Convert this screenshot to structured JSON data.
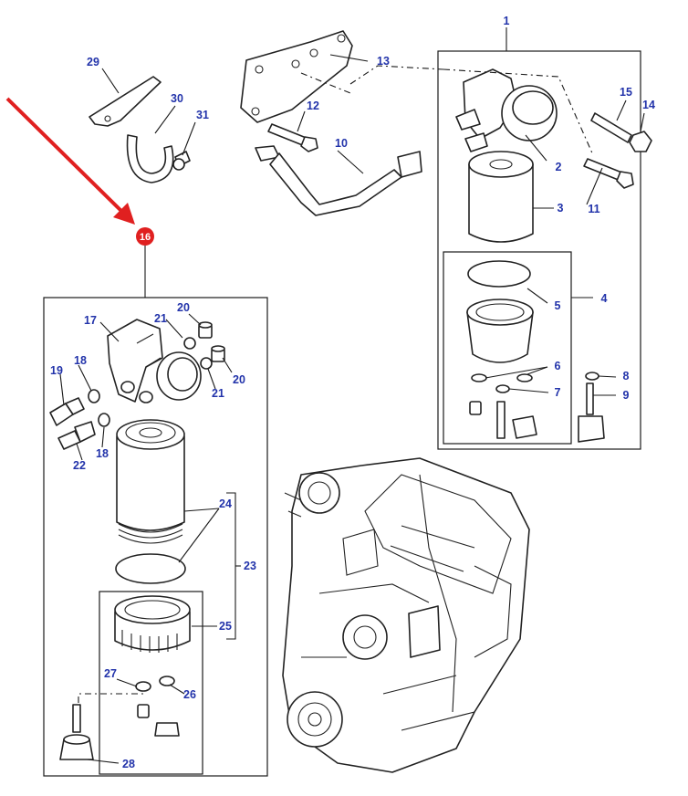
{
  "diagram": {
    "colors": {
      "callout": "#2233aa",
      "arrow": "#e02020",
      "badge": "#e02020",
      "lines": "#1a1a1a"
    },
    "highlight_badge": "16",
    "callouts": [
      "1",
      "2",
      "3",
      "4",
      "5",
      "6",
      "7",
      "8",
      "9",
      "10",
      "11",
      "12",
      "13",
      "14",
      "15",
      "17",
      "18",
      "19",
      "20",
      "21",
      "22",
      "23",
      "24",
      "25",
      "26",
      "27",
      "28",
      "29",
      "30",
      "31"
    ]
  }
}
